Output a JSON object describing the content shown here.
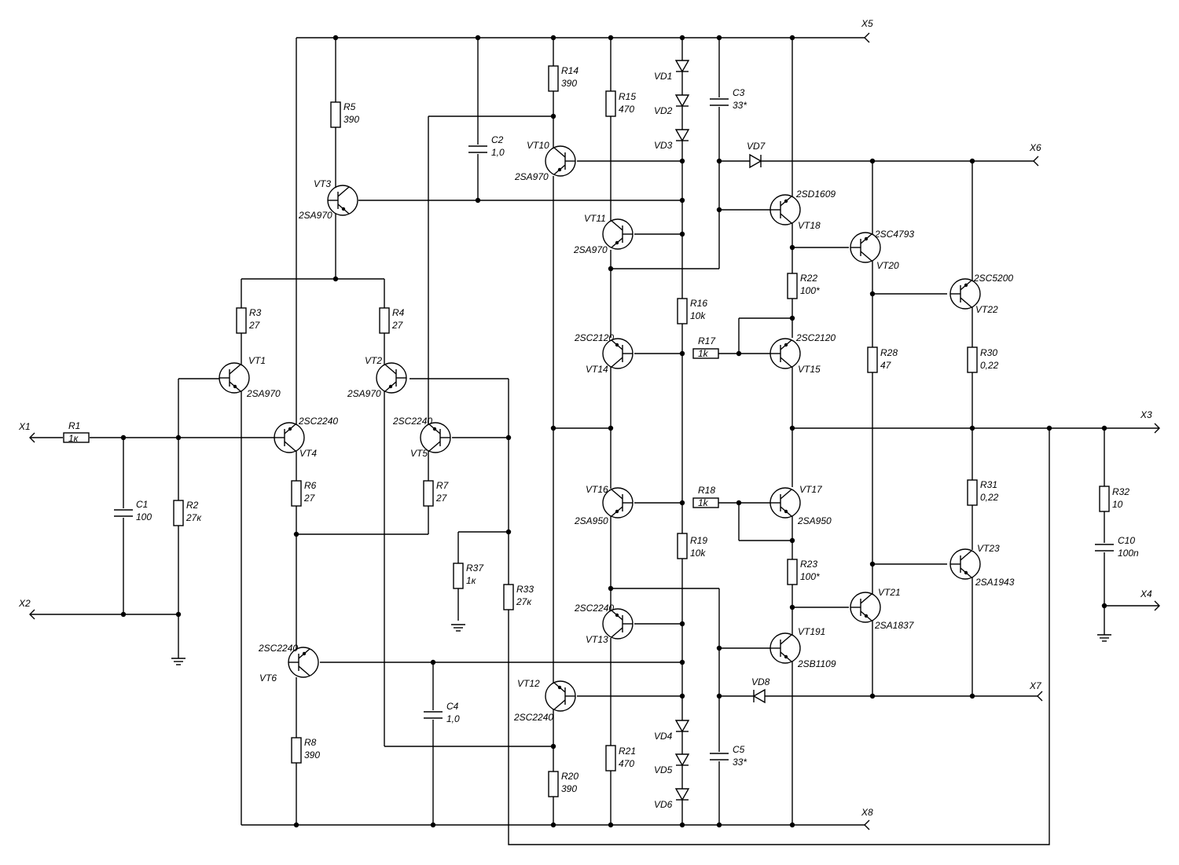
{
  "diagram": {
    "type": "amplifier schematic",
    "connectors": [
      {
        "id": "X1",
        "label": "X1"
      },
      {
        "id": "X2",
        "label": "X2"
      },
      {
        "id": "X3",
        "label": "X3"
      },
      {
        "id": "X4",
        "label": "X4"
      },
      {
        "id": "X5",
        "label": "X5"
      },
      {
        "id": "X6",
        "label": "X6"
      },
      {
        "id": "X7",
        "label": "X7"
      },
      {
        "id": "X8",
        "label": "X8"
      }
    ],
    "resistors": [
      {
        "ref": "R1",
        "value": "1к"
      },
      {
        "ref": "R2",
        "value": "27к"
      },
      {
        "ref": "R3",
        "value": "27"
      },
      {
        "ref": "R4",
        "value": "27"
      },
      {
        "ref": "R5",
        "value": "390"
      },
      {
        "ref": "R6",
        "value": "27"
      },
      {
        "ref": "R7",
        "value": "27"
      },
      {
        "ref": "R8",
        "value": "390"
      },
      {
        "ref": "R14",
        "value": "390"
      },
      {
        "ref": "R15",
        "value": "470"
      },
      {
        "ref": "R16",
        "value": "10k"
      },
      {
        "ref": "R17",
        "value": "1k"
      },
      {
        "ref": "R18",
        "value": "1k"
      },
      {
        "ref": "R19",
        "value": "10k"
      },
      {
        "ref": "R20",
        "value": "390"
      },
      {
        "ref": "R21",
        "value": "470"
      },
      {
        "ref": "R22",
        "value": "100*"
      },
      {
        "ref": "R23",
        "value": "100*"
      },
      {
        "ref": "R28",
        "value": "47"
      },
      {
        "ref": "R30",
        "value": "0,22"
      },
      {
        "ref": "R31",
        "value": "0,22"
      },
      {
        "ref": "R32",
        "value": "10"
      },
      {
        "ref": "R33",
        "value": "27к"
      },
      {
        "ref": "R37",
        "value": "1к"
      }
    ],
    "capacitors": [
      {
        "ref": "C1",
        "value": "100"
      },
      {
        "ref": "C2",
        "value": "1,0"
      },
      {
        "ref": "C3",
        "value": "33*"
      },
      {
        "ref": "C4",
        "value": "1,0"
      },
      {
        "ref": "C5",
        "value": "33*"
      },
      {
        "ref": "C10",
        "value": "100n"
      }
    ],
    "diodes": [
      {
        "ref": "VD1"
      },
      {
        "ref": "VD2"
      },
      {
        "ref": "VD3"
      },
      {
        "ref": "VD4"
      },
      {
        "ref": "VD5"
      },
      {
        "ref": "VD6"
      },
      {
        "ref": "VD7"
      },
      {
        "ref": "VD8"
      }
    ],
    "transistors": [
      {
        "ref": "VT1",
        "part": "2SA970"
      },
      {
        "ref": "VT2",
        "part": "2SA970"
      },
      {
        "ref": "VT3",
        "part": "2SA970"
      },
      {
        "ref": "VT4",
        "part": "2SC2240"
      },
      {
        "ref": "VT5",
        "part": "2SC2240"
      },
      {
        "ref": "VT6",
        "part": "2SC2240"
      },
      {
        "ref": "VT10",
        "part": "2SA970"
      },
      {
        "ref": "VT11",
        "part": "2SA970"
      },
      {
        "ref": "VT12",
        "part": "2SC2240"
      },
      {
        "ref": "VT13",
        "part": "2SC2240"
      },
      {
        "ref": "VT14",
        "part": "2SC2120"
      },
      {
        "ref": "VT15",
        "part": "2SC2120"
      },
      {
        "ref": "VT16",
        "part": "2SA950"
      },
      {
        "ref": "VT17",
        "part": "2SA950"
      },
      {
        "ref": "VT18",
        "part": "2SD1609"
      },
      {
        "ref": "VT191",
        "part": "2SB1109"
      },
      {
        "ref": "VT20",
        "part": "2SC4793"
      },
      {
        "ref": "VT21",
        "part": "2SA1837"
      },
      {
        "ref": "VT22",
        "part": "2SC5200"
      },
      {
        "ref": "VT23",
        "part": "2SA1943"
      }
    ]
  }
}
